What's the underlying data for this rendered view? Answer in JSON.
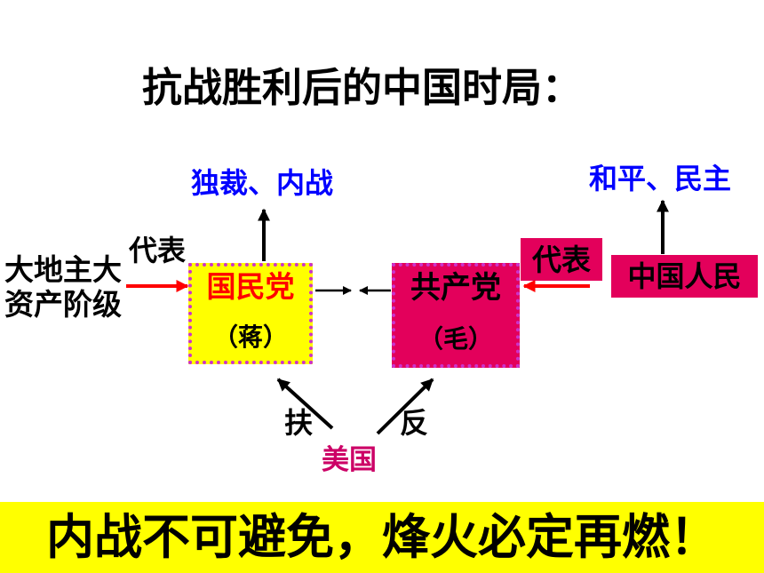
{
  "title": "抗战胜利后的中国时局：",
  "kmt_side": {
    "outcome": "独裁、内战",
    "represents_label": "代表",
    "represented_class": [
      "大地主大",
      "资产阶级"
    ],
    "party": {
      "name": "国民党",
      "leader": "（蒋）"
    },
    "usa_relation": "扶"
  },
  "ccp_side": {
    "outcome": "和平、民主",
    "represents_label": "代表",
    "represented_class": "中国人民",
    "party": {
      "name": "共产党",
      "leader": "（毛）"
    },
    "usa_relation": "反"
  },
  "usa": "美国",
  "conclusion": "内战不可避免，烽火必定再燃！",
  "colors": {
    "yellow": "#FFFF00",
    "crimson": "#E3005B",
    "border": "#CC33CC",
    "blue_text": "#0000FF",
    "red": "#FF0000",
    "usa_text": "#CC0066"
  }
}
